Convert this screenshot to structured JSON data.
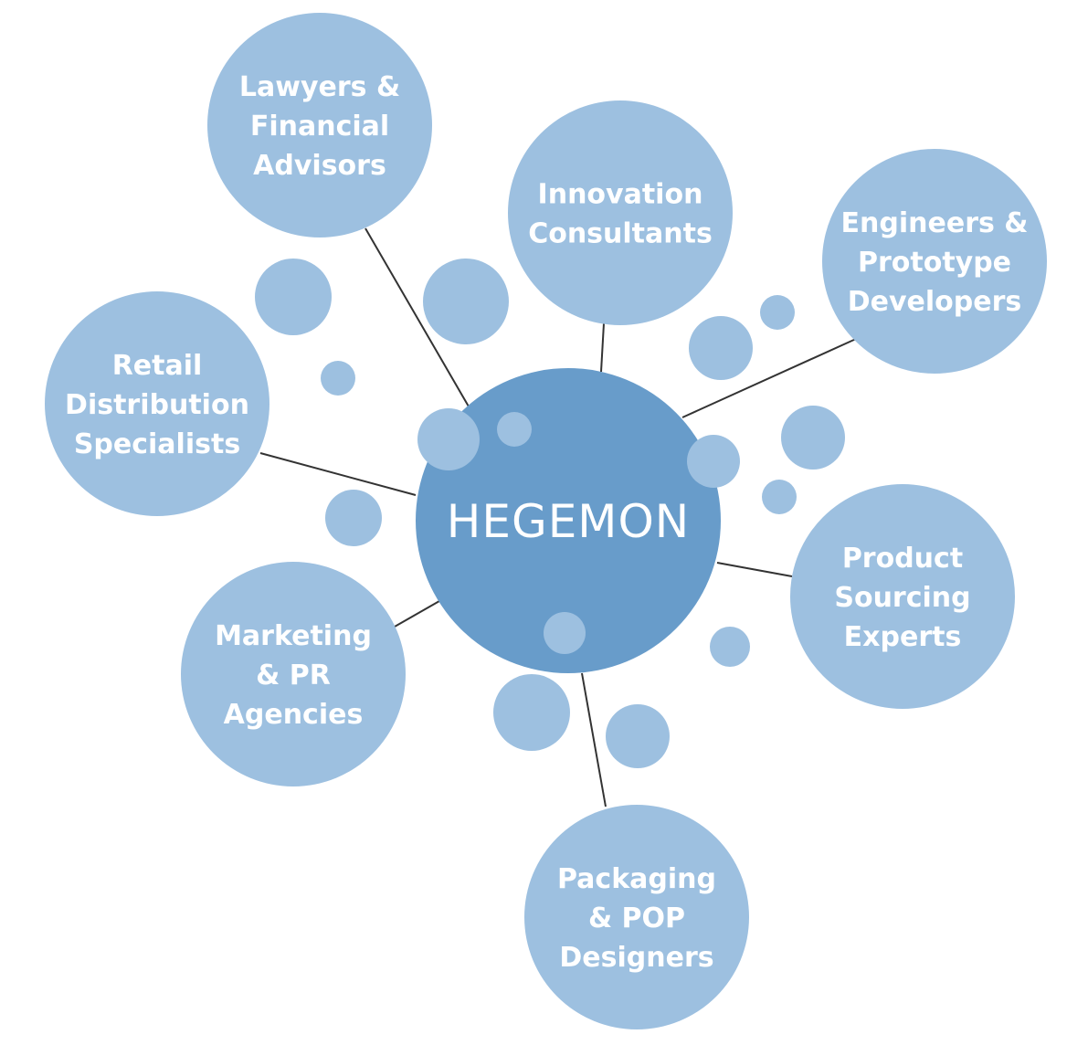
{
  "colors": {
    "node_fill": "#9dc0e0",
    "center_fill": "#689cca",
    "bubble_fill": "#9dc0e0",
    "line_color": "#333333",
    "text_color": "#ffffff"
  },
  "center": {
    "label": "HEGEMON"
  },
  "nodes": [
    {
      "id": "lawyers",
      "lines": [
        "Lawyers &",
        "Financial",
        "Advisors"
      ]
    },
    {
      "id": "innovation",
      "lines": [
        "Innovation",
        "Consultants"
      ]
    },
    {
      "id": "engineers",
      "lines": [
        "Engineers &",
        "Prototype",
        "Developers"
      ]
    },
    {
      "id": "retail",
      "lines": [
        "Retail",
        "Distribution",
        "Specialists"
      ]
    },
    {
      "id": "product-sourcing",
      "lines": [
        "Product",
        "Sourcing",
        "Experts"
      ]
    },
    {
      "id": "marketing",
      "lines": [
        "Marketing",
        "& PR",
        "Agencies"
      ]
    },
    {
      "id": "packaging",
      "lines": [
        "Packaging",
        "& POP",
        "Designers"
      ]
    }
  ]
}
